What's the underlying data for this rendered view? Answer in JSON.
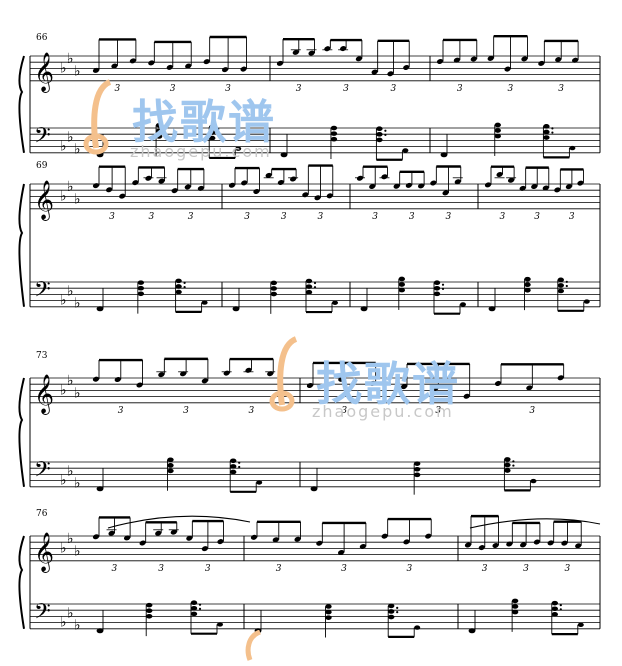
{
  "document": {
    "type": "piano sheet music",
    "key_signature": "E-flat major (three flats)",
    "systems": [
      {
        "measure_number": "66"
      },
      {
        "measure_number": "69"
      },
      {
        "measure_number": "73"
      },
      {
        "measure_number": "76"
      }
    ],
    "tuplet_label": "3",
    "watermark": {
      "chinese": "找歌谱",
      "url": "zhaogepu.com"
    }
  },
  "colors": {
    "ink": "#000000",
    "watermark_blue": "#9fc6ee",
    "watermark_orange": "#f4c08c",
    "watermark_gray": "#c8c8c8"
  }
}
